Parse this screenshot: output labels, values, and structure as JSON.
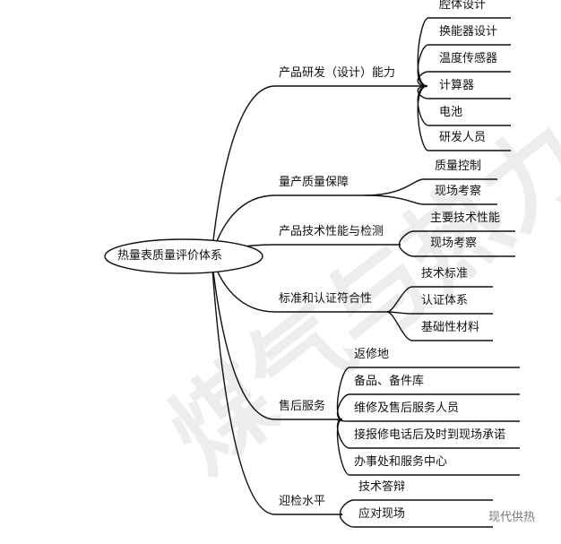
{
  "root": "热量表质量评价体系",
  "branches": [
    {
      "label": "产品研发（设计）能力",
      "children": [
        "腔体设计",
        "换能器设计",
        "温度传感器",
        "计算器",
        "电池",
        "研发人员"
      ]
    },
    {
      "label": "量产质量保障",
      "children": [
        "质量控制",
        "现场考察"
      ]
    },
    {
      "label": "产品技术性能与检测",
      "children": [
        "主要技术性能",
        "现场考察"
      ]
    },
    {
      "label": "标准和认证符合性",
      "children": [
        "技术标准",
        "认证体系",
        "基础性材料"
      ]
    },
    {
      "label": "售后服务",
      "children": [
        "返修地",
        "备品、备件库",
        "维修及售后服务人员",
        "接报修电话后及时到现场承诺",
        "办事处和服务中心"
      ]
    },
    {
      "label": "迎检水平",
      "children": [
        "技术答辩",
        "应对现场"
      ]
    }
  ],
  "watermark": "煤气与热力",
  "footer_watermark": "现代供热"
}
